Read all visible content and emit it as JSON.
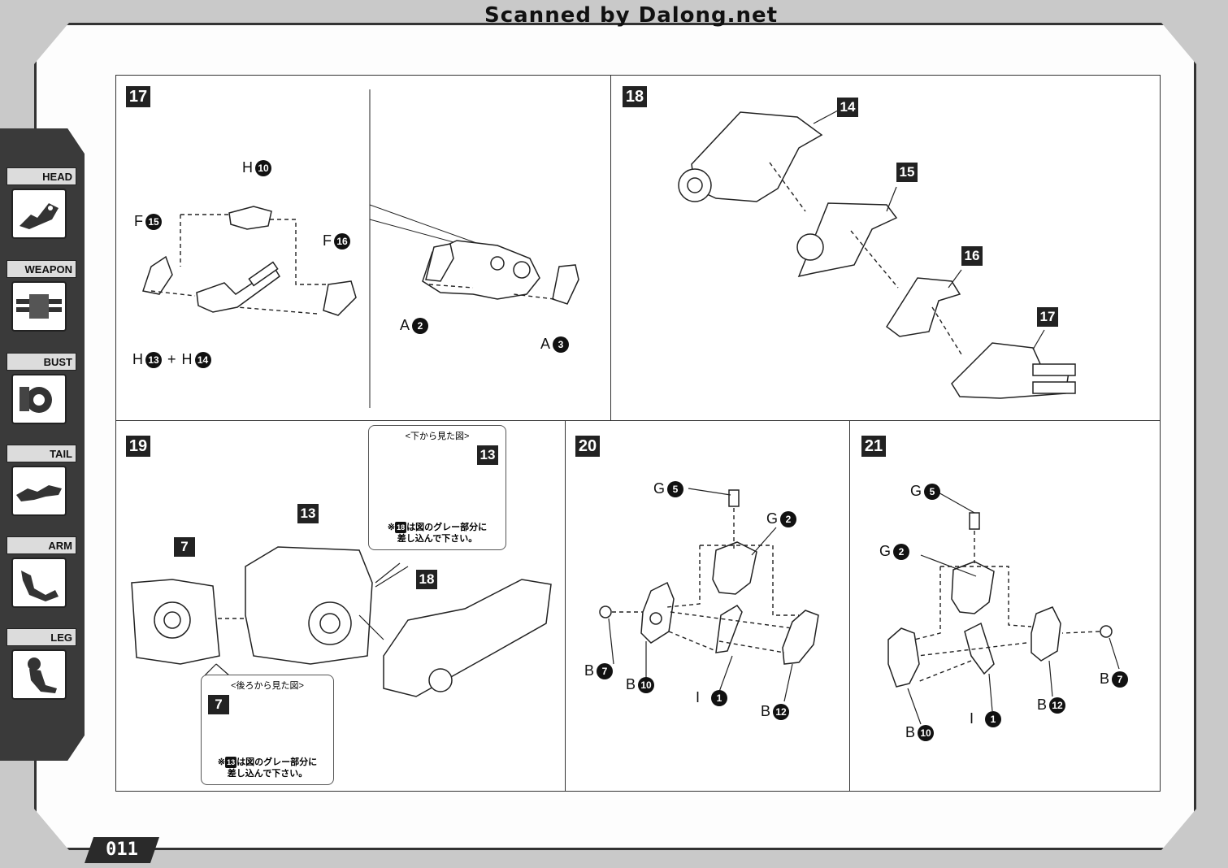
{
  "header": {
    "scan_credit": "Scanned by Dalong.net"
  },
  "page_number": "011",
  "sidebar": {
    "items": [
      {
        "label": "HEAD"
      },
      {
        "label": "WEAPON"
      },
      {
        "label": "BUST"
      },
      {
        "label": "TAIL"
      },
      {
        "label": "ARM"
      },
      {
        "label": "LEG"
      }
    ]
  },
  "steps": {
    "s17": {
      "number": "17",
      "callouts": {
        "h10": "H",
        "h10n": "10",
        "f15": "F",
        "f15n": "15",
        "f16": "F",
        "f16n": "16",
        "h13": "H",
        "h13n": "13",
        "plus": "+",
        "h14": "H",
        "h14n": "14",
        "a2": "A",
        "a2n": "2",
        "a3": "A",
        "a3n": "3"
      }
    },
    "s18": {
      "number": "18",
      "parts": {
        "p14": "14",
        "p15": "15",
        "p16": "16",
        "p17": "17"
      }
    },
    "s19": {
      "number": "19",
      "parts": {
        "p7": "7",
        "p13": "13",
        "p18": "18",
        "note_top_part": "13",
        "note_bottom_part": "7"
      },
      "note_top": {
        "title": "<下から見た図>",
        "ref": "18",
        "line1": "は図のグレー部分に",
        "line2": "差し込んで下さい。",
        "prefix": "※"
      },
      "note_bottom": {
        "title": "<後ろから見た図>",
        "ref": "13",
        "line1": "は図のグレー部分に",
        "line2": "差し込んで下さい。",
        "prefix": "※"
      }
    },
    "s20": {
      "number": "20",
      "callouts": {
        "g5": "G",
        "g5n": "5",
        "g2": "G",
        "g2n": "2",
        "b7": "B",
        "b7n": "7",
        "b10": "B",
        "b10n": "10",
        "i1": "I",
        "i1n": "1",
        "b12": "B",
        "b12n": "12"
      }
    },
    "s21": {
      "number": "21",
      "callouts": {
        "g5": "G",
        "g5n": "5",
        "g2": "G",
        "g2n": "2",
        "b7": "B",
        "b7n": "7",
        "b10": "B",
        "b10n": "10",
        "i1": "I",
        "i1n": "1",
        "b12": "B",
        "b12n": "12"
      }
    }
  }
}
